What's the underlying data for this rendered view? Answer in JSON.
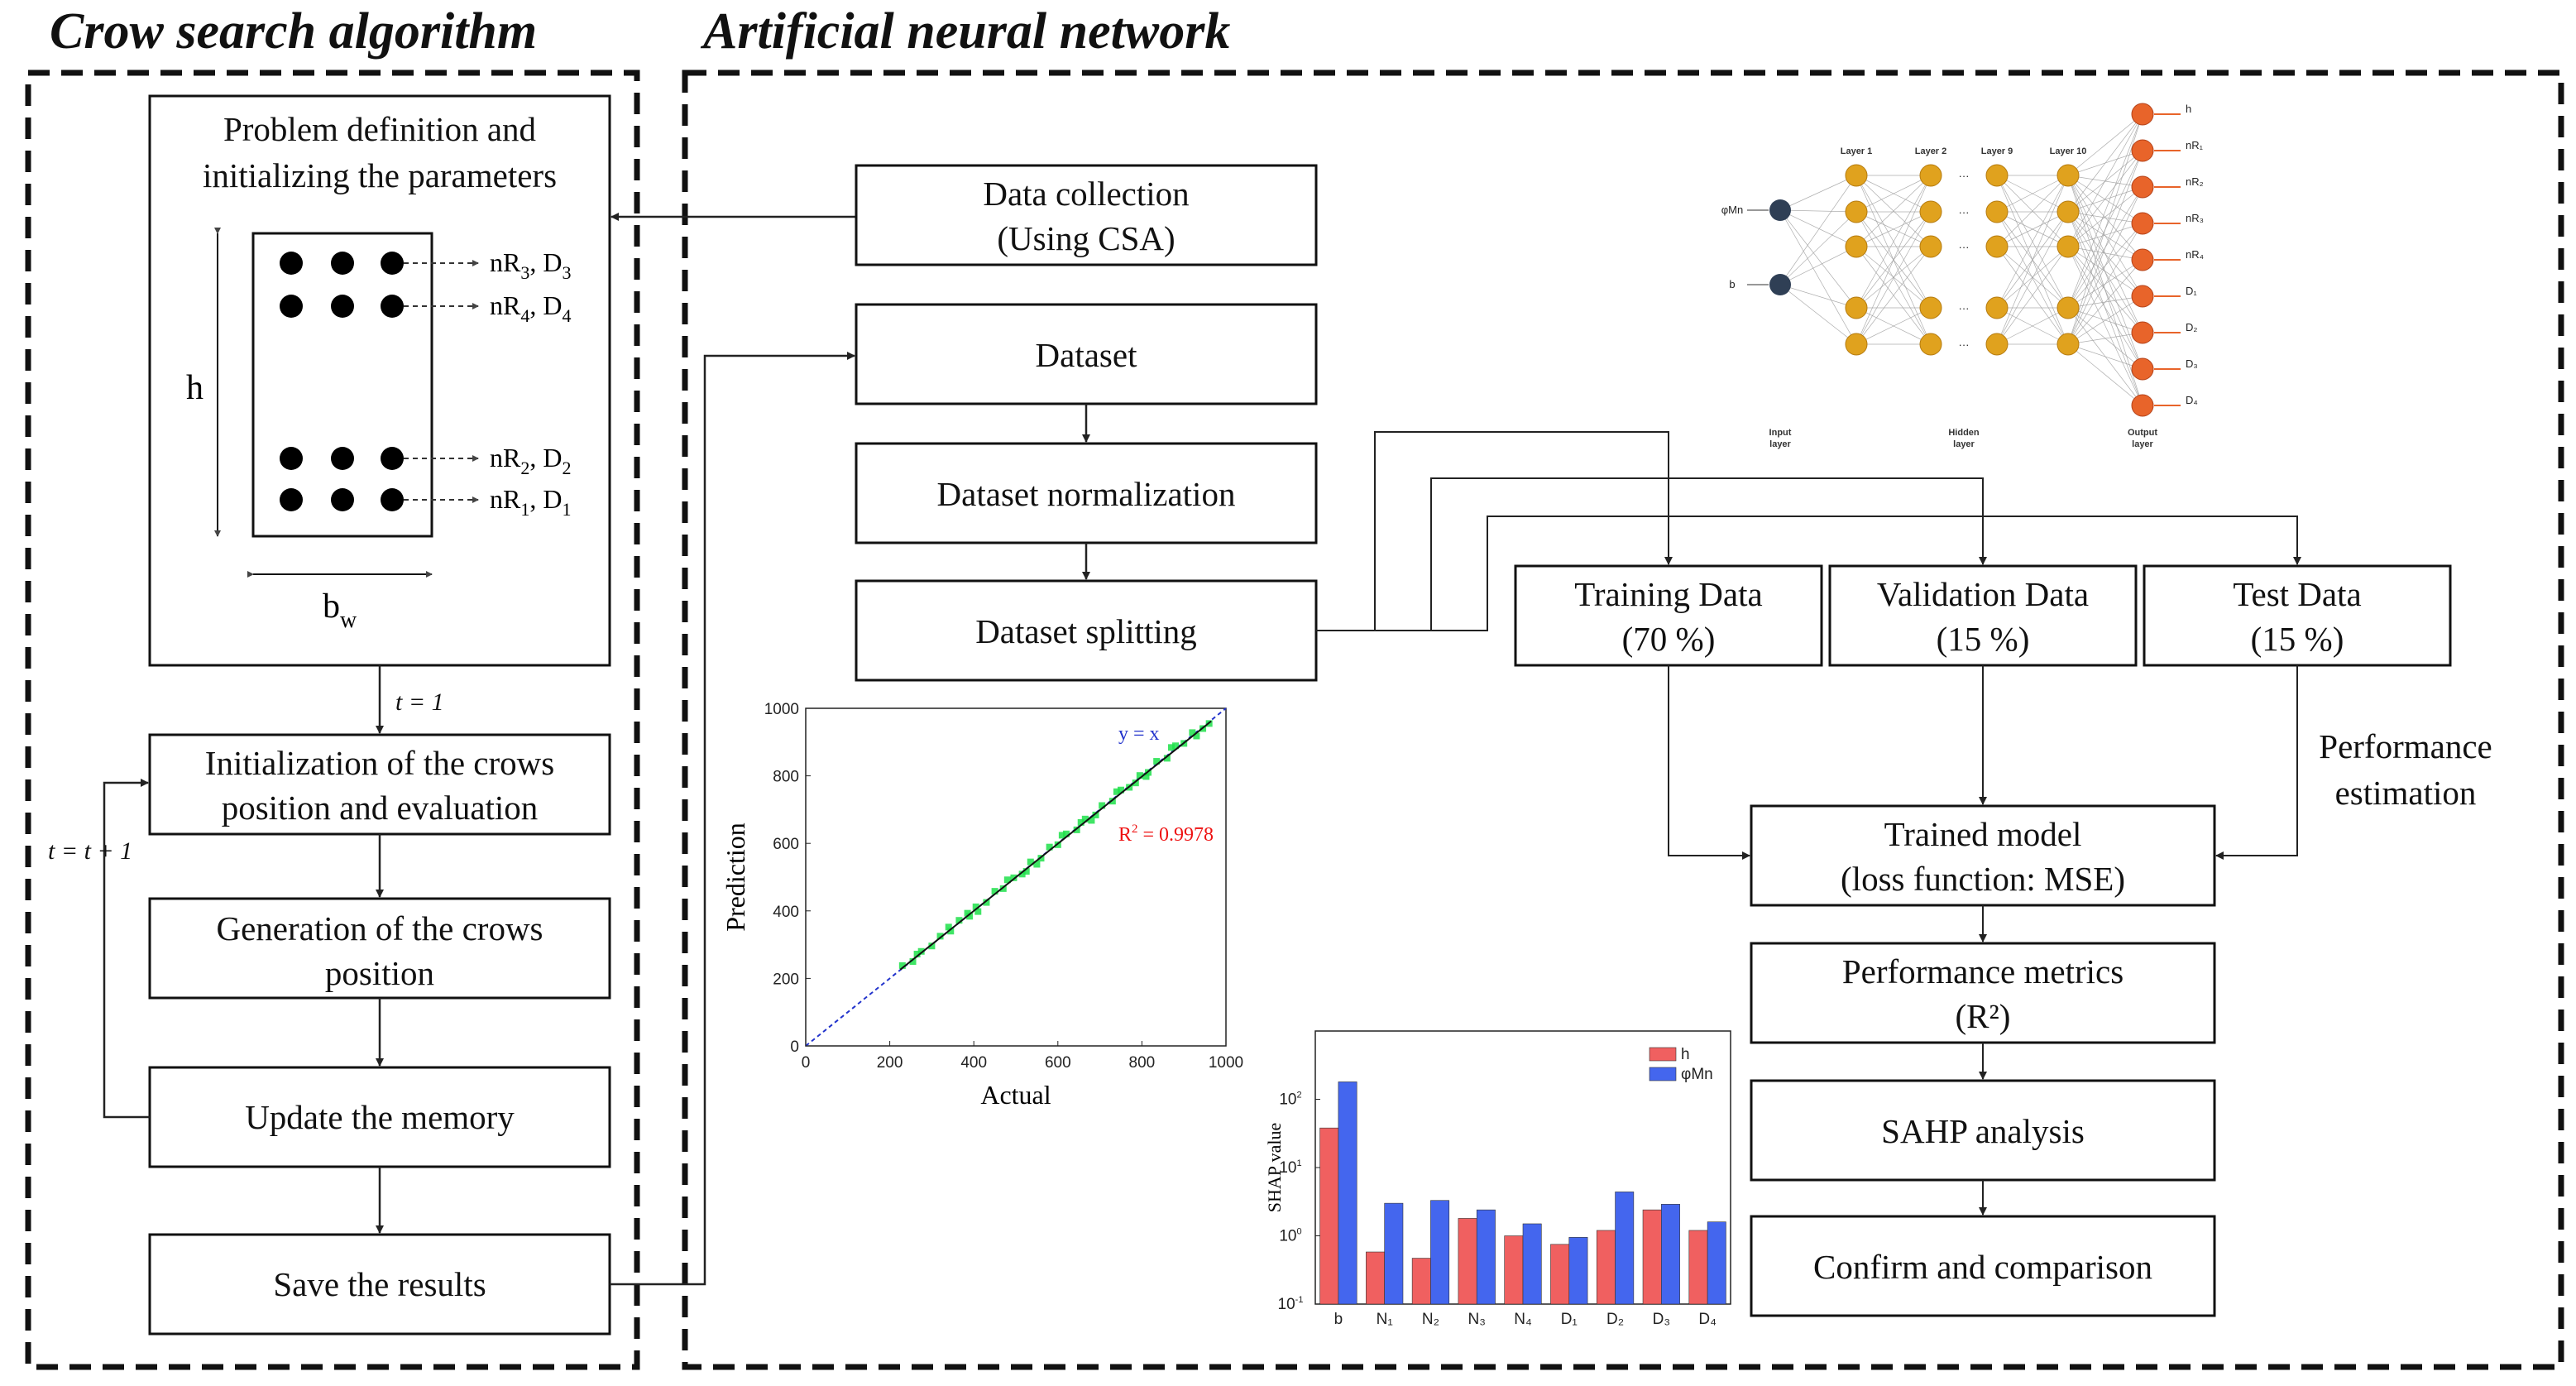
{
  "sections": {
    "csa_title": "Crow search algorithm",
    "ann_title": "Artificial neural network"
  },
  "csa": {
    "problem": {
      "line1": "Problem definition and",
      "line2": "initializing the parameters"
    },
    "section": {
      "h_label": "h",
      "bw_label": "b",
      "bw_sub": "w",
      "rows": [
        {
          "label": "nR",
          "sub1": "3",
          "mid": ", D",
          "sub2": "3"
        },
        {
          "label": "nR",
          "sub1": "4",
          "mid": ", D",
          "sub2": "4"
        },
        {
          "label": "nR",
          "sub1": "2",
          "mid": ", D",
          "sub2": "2"
        },
        {
          "label": "nR",
          "sub1": "1",
          "mid": ", D",
          "sub2": "1"
        }
      ]
    },
    "t1_label": "t = 1",
    "loop_label": "t = t + 1",
    "init": {
      "line1": "Initialization of the crows",
      "line2": "position and evaluation"
    },
    "generation": {
      "line1": "Generation of the crows",
      "line2": "position"
    },
    "update": "Update the memory",
    "save": "Save the results"
  },
  "ann": {
    "data_collection": {
      "line1": "Data collection",
      "line2": "(Using CSA)"
    },
    "dataset": "Dataset",
    "normalization": "Dataset normalization",
    "splitting": "Dataset splitting",
    "training": {
      "line1": "Training Data",
      "line2": "(70 %)"
    },
    "validation": {
      "line1": "Validation Data",
      "line2": "(15 %)"
    },
    "test": {
      "line1": "Test Data",
      "line2": "(15 %)"
    },
    "performance_estimation": {
      "line1": "Performance",
      "line2": "estimation"
    },
    "trained_model": {
      "line1": "Trained model",
      "line2": "(loss function: MSE)"
    },
    "metrics": {
      "line1": "Performance metrics",
      "line2": "(R²)"
    },
    "sahp": "SAHP analysis",
    "confirm": "Confirm and comparison"
  },
  "nn_figure": {
    "input_labels": [
      "φMn",
      "b"
    ],
    "layer_labels": [
      "Layer 1",
      "Layer 2",
      "Layer 9",
      "Layer 10"
    ],
    "output_labels": [
      "h",
      "nR₁",
      "nR₂",
      "nR₃",
      "nR₄",
      "D₁",
      "D₂",
      "D₃",
      "D₄"
    ],
    "footer": [
      "Input layer",
      "Hidden layer",
      "Output layer"
    ],
    "colors": {
      "input": "#2f3f55",
      "hidden": "#e0a21e",
      "output": "#e8642a",
      "edge": "#9a9a9a"
    }
  },
  "chart_data": [
    {
      "type": "scatter",
      "xlabel": "Actual",
      "ylabel": "Prediction",
      "xlim": [
        0,
        1000
      ],
      "ylim": [
        0,
        1000
      ],
      "xticks": [
        0,
        200,
        400,
        600,
        800,
        1000
      ],
      "yticks": [
        0,
        200,
        400,
        600,
        800,
        1000
      ],
      "annotations": [
        "y = x",
        "R",
        "2",
        " = 0.9978"
      ],
      "colors": {
        "points": "#1fe04a",
        "fit": "#111111",
        "identity": "#2233cc",
        "r2": "#ee1111"
      },
      "points": [
        [
          230,
          238
        ],
        [
          255,
          250
        ],
        [
          275,
          280
        ],
        [
          300,
          296
        ],
        [
          320,
          325
        ],
        [
          345,
          340
        ],
        [
          365,
          372
        ],
        [
          390,
          384
        ],
        [
          405,
          412
        ],
        [
          430,
          425
        ],
        [
          450,
          458
        ],
        [
          470,
          466
        ],
        [
          495,
          498
        ],
        [
          515,
          509
        ],
        [
          535,
          545
        ],
        [
          560,
          556
        ],
        [
          580,
          589
        ],
        [
          600,
          596
        ],
        [
          620,
          628
        ],
        [
          645,
          640
        ],
        [
          665,
          672
        ],
        [
          690,
          684
        ],
        [
          705,
          712
        ],
        [
          730,
          725
        ],
        [
          750,
          758
        ],
        [
          770,
          766
        ],
        [
          795,
          801
        ],
        [
          815,
          810
        ],
        [
          835,
          843
        ],
        [
          860,
          852
        ],
        [
          880,
          889
        ],
        [
          900,
          896
        ],
        [
          920,
          928
        ],
        [
          945,
          940
        ],
        [
          960,
          955
        ],
        [
          340,
          352
        ],
        [
          410,
          398
        ],
        [
          480,
          492
        ],
        [
          550,
          538
        ],
        [
          610,
          624
        ],
        [
          680,
          668
        ],
        [
          740,
          753
        ],
        [
          810,
          798
        ],
        [
          870,
          884
        ],
        [
          930,
          918
        ],
        [
          265,
          272
        ],
        [
          385,
          393
        ],
        [
          525,
          517
        ],
        [
          655,
          662
        ],
        [
          785,
          779
        ]
      ]
    },
    {
      "type": "bar",
      "ylabel": "SHAP value",
      "yscale": "log",
      "ylim": [
        0.1,
        1000
      ],
      "yticks": [
        "10",
        "2",
        "10",
        "1",
        "10",
        "0",
        "10",
        "-1"
      ],
      "categories": [
        "b",
        "N₁",
        "N₂",
        "N₃",
        "N₄",
        "D₁",
        "D₂",
        "D₃",
        "D₄"
      ],
      "series": [
        {
          "name": "h",
          "color": "#f06060",
          "values": [
            38,
            0.58,
            0.47,
            1.8,
            1.0,
            0.75,
            1.2,
            2.4,
            1.2
          ]
        },
        {
          "name": "φMn",
          "color": "#4466ee",
          "values": [
            180,
            3.0,
            3.3,
            2.4,
            1.5,
            0.95,
            4.4,
            2.9,
            1.6
          ]
        }
      ]
    }
  ]
}
